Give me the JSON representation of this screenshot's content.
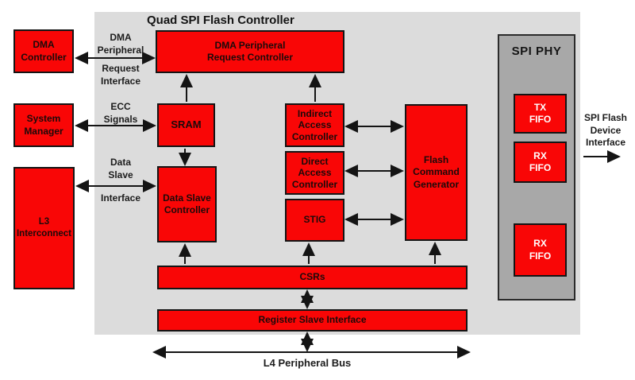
{
  "diagram": {
    "title": "Quad SPI Flash Controller",
    "phy_title": "SPI PHY"
  },
  "blocks": {
    "dma_controller": "DMA\nController",
    "system_manager": "System\nManager",
    "l3_interconnect": "L3\nInterconnect",
    "dma_peripheral_request_controller": "DMA Peripheral\nRequest Controller",
    "sram": "SRAM",
    "data_slave_controller": "Data Slave\nController",
    "indirect_access_controller": "Indirect\nAccess\nController",
    "direct_access_controller": "Direct\nAccess\nController",
    "stig": "STIG",
    "flash_command_generator": "Flash\nCommand\nGenerator",
    "csrs": "CSRs",
    "register_slave_interface": "Register Slave Interface",
    "tx_fifo": "TX\nFIFO",
    "rx_fifo_1": "RX\nFIFO",
    "rx_fifo_2": "RX\nFIFO"
  },
  "labels": {
    "dma_interface_top": "DMA\nPeripheral",
    "dma_interface_bottom": "Request\nInterface",
    "ecc_signals": "ECC\nSignals",
    "data_slave_top": "Data\nSlave",
    "data_slave_bottom": "Interface",
    "spi_flash_interface": "SPI Flash\nDevice\nInterface",
    "l4_bus": "L4 Peripheral Bus"
  },
  "colors": {
    "block_red": "#f90606",
    "outer_grey": "#dcdcdc",
    "phy_grey": "#a8a8a8",
    "line_black": "#141414",
    "fifo_text": "#ffffff"
  }
}
